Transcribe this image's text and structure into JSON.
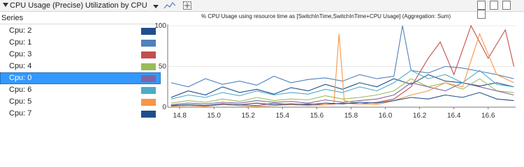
{
  "toolbar": {
    "title": "CPU Usage (Precise)",
    "preset": "Utilization by CPU",
    "dropdown_icon": "chevron-down-icon",
    "chart_icon": "line-graph-icon",
    "settings_icon": "crosshair-settings-icon",
    "view_buttons": [
      "graph-and-table",
      "graph-only",
      "table-only",
      "close"
    ]
  },
  "series_panel": {
    "header": "Series",
    "rows": [
      {
        "label": "Cpu: 2",
        "color": "#1f4e8c",
        "selected": false
      },
      {
        "label": "Cpu: 1",
        "color": "#4f81bd",
        "selected": false
      },
      {
        "label": "Cpu: 3",
        "color": "#c0504d",
        "selected": false
      },
      {
        "label": "Cpu: 4",
        "color": "#9bbb59",
        "selected": false
      },
      {
        "label": "Cpu: 0",
        "color": "#8064a2",
        "selected": true
      },
      {
        "label": "Cpu: 6",
        "color": "#4bacc6",
        "selected": false
      },
      {
        "label": "Cpu: 5",
        "color": "#f79646",
        "selected": false
      },
      {
        "label": "Cpu: 7",
        "color": "#1f4e8c",
        "selected": false
      }
    ]
  },
  "chart_data": {
    "type": "line",
    "title": "% CPU Usage using resource time as [SwitchInTime,SwitchInTime+CPU Usage] (Aggregation: Sum)",
    "xlim": [
      14.73,
      16.76
    ],
    "ylim": [
      0,
      100
    ],
    "xticks": [
      "14.8",
      "15.0",
      "15.2",
      "15.4",
      "15.6",
      "15.8",
      "16.0",
      "16.2",
      "16.4",
      "16.6"
    ],
    "yticks": [
      "0",
      "50",
      "100"
    ],
    "series": [
      {
        "name": "Cpu: 2",
        "color": "#1f4e8c",
        "x": [
          14.75,
          14.85,
          14.95,
          15.05,
          15.15,
          15.25,
          15.35,
          15.45,
          15.55,
          15.65,
          15.75,
          15.85,
          15.95,
          16.05,
          16.15,
          16.25,
          16.35,
          16.45,
          16.55,
          16.65,
          16.75
        ],
        "y": [
          12,
          20,
          15,
          25,
          18,
          22,
          16,
          24,
          20,
          28,
          22,
          30,
          25,
          35,
          28,
          40,
          32,
          30,
          26,
          30,
          25
        ]
      },
      {
        "name": "Cpu: 1",
        "color": "#4f81bd",
        "x": [
          14.75,
          14.85,
          14.95,
          15.05,
          15.15,
          15.25,
          15.35,
          15.45,
          15.55,
          15.65,
          15.75,
          15.85,
          15.95,
          16.05,
          16.1,
          16.15,
          16.25,
          16.35,
          16.45,
          16.55,
          16.65,
          16.75
        ],
        "y": [
          30,
          25,
          35,
          28,
          32,
          27,
          38,
          30,
          34,
          36,
          32,
          40,
          35,
          38,
          100,
          45,
          42,
          50,
          48,
          44,
          40,
          35
        ]
      },
      {
        "name": "Cpu: 3",
        "color": "#c0504d",
        "x": [
          14.75,
          14.85,
          14.95,
          15.05,
          15.15,
          15.25,
          15.35,
          15.45,
          15.55,
          15.65,
          15.75,
          15.85,
          15.95,
          16.05,
          16.15,
          16.25,
          16.32,
          16.4,
          16.5,
          16.6,
          16.7,
          16.75
        ],
        "y": [
          2,
          3,
          2,
          4,
          3,
          2,
          5,
          3,
          4,
          3,
          5,
          4,
          6,
          10,
          25,
          60,
          80,
          40,
          100,
          60,
          95,
          50
        ]
      },
      {
        "name": "Cpu: 4",
        "color": "#9bbb59",
        "x": [
          14.75,
          14.85,
          14.95,
          15.05,
          15.15,
          15.25,
          15.35,
          15.45,
          15.55,
          15.65,
          15.75,
          15.85,
          15.95,
          16.05,
          16.15,
          16.25,
          16.35,
          16.45,
          16.55,
          16.65,
          16.75
        ],
        "y": [
          5,
          8,
          6,
          10,
          7,
          12,
          8,
          10,
          9,
          14,
          10,
          12,
          15,
          20,
          35,
          25,
          30,
          22,
          35,
          20,
          18
        ]
      },
      {
        "name": "Cpu: 0",
        "color": "#8064a2",
        "x": [
          14.75,
          14.85,
          14.95,
          15.05,
          15.15,
          15.25,
          15.35,
          15.45,
          15.55,
          15.65,
          15.75,
          15.85,
          15.95,
          16.05,
          16.15,
          16.25,
          16.35,
          16.45,
          16.55,
          16.65,
          16.75
        ],
        "y": [
          3,
          5,
          4,
          6,
          5,
          8,
          6,
          7,
          5,
          9,
          6,
          8,
          10,
          15,
          30,
          25,
          20,
          30,
          25,
          20,
          15
        ]
      },
      {
        "name": "Cpu: 6",
        "color": "#4bacc6",
        "x": [
          14.75,
          14.85,
          14.95,
          15.05,
          15.15,
          15.25,
          15.35,
          15.45,
          15.55,
          15.65,
          15.75,
          15.85,
          15.95,
          16.05,
          16.15,
          16.25,
          16.35,
          16.45,
          16.55,
          16.65,
          16.75
        ],
        "y": [
          10,
          15,
          12,
          18,
          14,
          20,
          15,
          18,
          16,
          22,
          18,
          25,
          20,
          30,
          45,
          35,
          40,
          30,
          45,
          28,
          25
        ]
      },
      {
        "name": "Cpu: 5",
        "color": "#f79646",
        "x": [
          14.75,
          14.85,
          14.95,
          15.05,
          15.15,
          15.25,
          15.35,
          15.45,
          15.55,
          15.65,
          15.7,
          15.73,
          15.76,
          15.85,
          15.95,
          16.05,
          16.15,
          16.25,
          16.35,
          16.45,
          16.55,
          16.65,
          16.75
        ],
        "y": [
          1,
          2,
          1,
          3,
          2,
          1,
          2,
          3,
          2,
          3,
          5,
          90,
          8,
          4,
          3,
          8,
          15,
          20,
          30,
          25,
          90,
          40,
          30
        ]
      },
      {
        "name": "Cpu: 7",
        "color": "#1f4e8c",
        "x": [
          14.75,
          14.85,
          14.95,
          15.05,
          15.15,
          15.25,
          15.35,
          15.45,
          15.55,
          15.65,
          15.75,
          15.85,
          15.95,
          16.05,
          16.15,
          16.25,
          16.35,
          16.45,
          16.55,
          16.65,
          16.75
        ],
        "y": [
          2,
          3,
          2,
          4,
          3,
          5,
          3,
          4,
          3,
          5,
          4,
          6,
          5,
          8,
          12,
          10,
          15,
          12,
          18,
          10,
          8
        ]
      }
    ]
  }
}
